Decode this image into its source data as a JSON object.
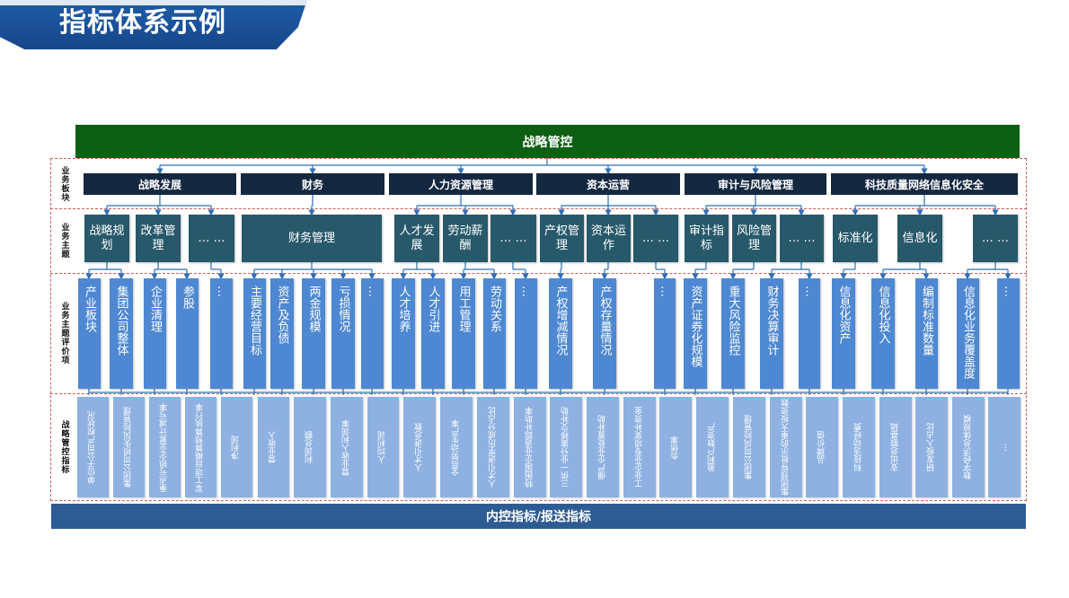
{
  "title": "指标体系示例",
  "strategy": "战略管控",
  "bottom": "内控指标/报送指标",
  "row_labels": [
    "业务板块",
    "业务主题",
    "业务主题评价项",
    "战略管控指标"
  ],
  "sectors": [
    "战略发展",
    "财务",
    "人力资源管理",
    "资本运营",
    "审计与风险管理",
    "科技质量网络信息化安全"
  ],
  "themes": [
    "战略规划",
    "改革管理",
    "… …",
    "财务管理",
    "人才发展",
    "劳动薪酬",
    "… …",
    "产权管理",
    "资本运作",
    "… …",
    "审计指标",
    "风险管理",
    "… …",
    "标准化",
    "信息化",
    "… …"
  ],
  "evals": [
    "产业板块",
    "集团公司整体",
    "企业清理",
    "参股",
    "…",
    "主要经营目标",
    "资产及负债",
    "两金规模",
    "亏损情况",
    "…",
    "人才培养",
    "人才引进",
    "用工管理",
    "劳动关系",
    "…",
    "产权增减情况",
    "产权存量情况",
    "…",
    "资产证券化规模",
    "重大风险监控",
    "财务决算审计",
    "…",
    "信息化资产",
    "信息化投入",
    "编制标准数量",
    "信息化业务覆盖度",
    "…"
  ],
  "mgmts": [
    "单位子公司产权状况",
    "集团公司损失风险管理",
    "重点亏损企业累计减亏率",
    "军工项目概算预算执行率",
    "净利润",
    "营业收入",
    "利润总额",
    "营业收入利润率",
    "人均利润",
    "人才引进总数",
    "全员劳动生产率",
    "人才引进学历成分占比",
    "特困国企业追踪补助率",
    "三供一业分离移交补助",
    "僵尸企业处置补助",
    "工业企业专项奖补资金",
    "负债率",
    "盈利户数资产",
    "集团公司风险管理",
    "集团领导批示的重大投资数",
    "品牌价值",
    "科技活动经费",
    "支出总额基础",
    "研发投入占比",
    "数字经济总体规模",
    "…"
  ]
}
